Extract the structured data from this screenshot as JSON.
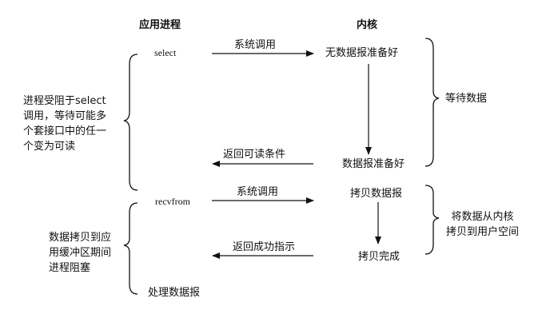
{
  "headers": {
    "app_process": "应用进程",
    "kernel": "内核"
  },
  "app": {
    "select": "select",
    "recvfrom": "recvfrom",
    "process_datagram": "处理数据报"
  },
  "arrows": {
    "syscall_1": "系统调用",
    "return_readable": "返回可读条件",
    "syscall_2": "系统调用",
    "return_success": "返回成功指示"
  },
  "kernel_states": {
    "no_datagram_ready": "无数据报准备好",
    "datagram_ready": "数据报准备好",
    "copy_datagram": "拷贝数据报",
    "copy_complete": "拷贝完成"
  },
  "annotations": {
    "blocked_in_select": [
      "进程受阻于select",
      "调用，等待可能多",
      "个套接口中的任一",
      "个变为可读"
    ],
    "blocked_during_copy": [
      "数据拷贝到应",
      "用缓冲区期间",
      "进程阻塞"
    ],
    "wait_for_data": "等待数据",
    "copy_from_kernel": [
      "将数据从内核",
      "拷贝到用户空间"
    ]
  }
}
